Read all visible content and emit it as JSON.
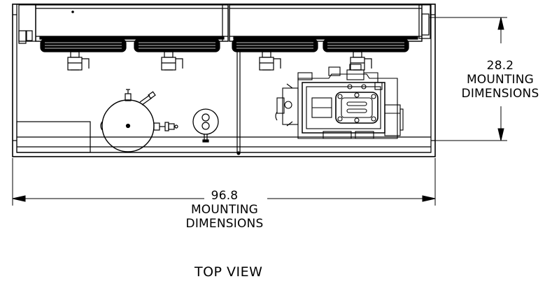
{
  "vertical_dimension": {
    "value": "28.2",
    "line1": "MOUNTING",
    "line2": "DIMENSIONS"
  },
  "horizontal_dimension": {
    "value": "96.8",
    "line1": "MOUNTING",
    "line2": "DIMENSIONS"
  },
  "view_title": "TOP VIEW"
}
